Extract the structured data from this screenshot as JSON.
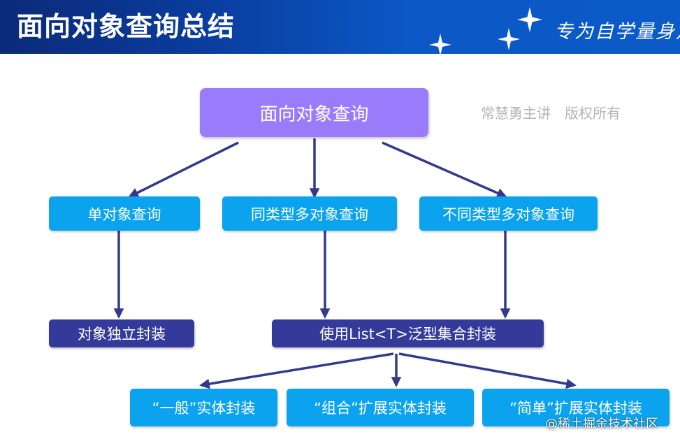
{
  "header": {
    "title": "面向对象查询总结",
    "slogan": "专为自学量身定"
  },
  "watermark": "常慧勇主讲　版权所有",
  "diagram": {
    "root": "面向对象查询",
    "level1": [
      "单对象查询",
      "同类型多对象查询",
      "不同类型多对象查询"
    ],
    "level2": [
      "对象独立封装",
      "使用List<T>泛型集合封装"
    ],
    "level3": [
      "“一般”实体封装",
      "“组合”扩展实体封装",
      "“简单”扩展实体封装"
    ]
  },
  "credit": "@稀土掘金技术社区",
  "colors": {
    "header_bg": "#0a4bb8",
    "root_box": "#9a7bfb",
    "cyan_box": "#0ba3ee",
    "navy_box": "#333a99",
    "arrow": "#333a8c",
    "watermark": "#b5b5b5"
  }
}
